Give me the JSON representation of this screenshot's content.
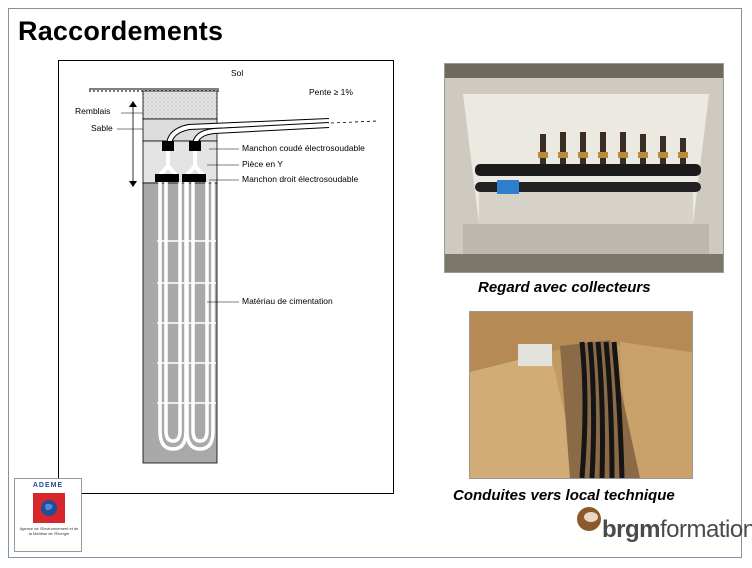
{
  "slide": {
    "title": "Raccordements"
  },
  "diagram": {
    "labels": {
      "sol": "Sol",
      "pente": "Pente ≥ 1%",
      "remblais": "Remblais",
      "sable": "Sable",
      "manchon_coude": "Manchon coudé électrosoudable",
      "piece_y": "Pièce en Y",
      "manchon_droit": "Manchon droit électrosoudable",
      "materiau": "Matériau de cimentation"
    }
  },
  "photos": {
    "top_caption": "Regard avec collecteurs",
    "bottom_caption": "Conduites vers local technique"
  },
  "logos": {
    "ademe_name": "ADEME",
    "ademe_subtitle": "Agence de l'Environnement et de la Maîtrise de l'Énergie",
    "brgm_bold": "brgm",
    "brgm_light": "formation"
  },
  "colors": {
    "ground_grey": "#a9a9a9",
    "sand_light": "#d9d9d9",
    "frame_border": "#7f93a6",
    "ademe_red": "#d8262f",
    "ademe_blue": "#1f4e99",
    "brgm_brown": "#8a5a2b"
  }
}
